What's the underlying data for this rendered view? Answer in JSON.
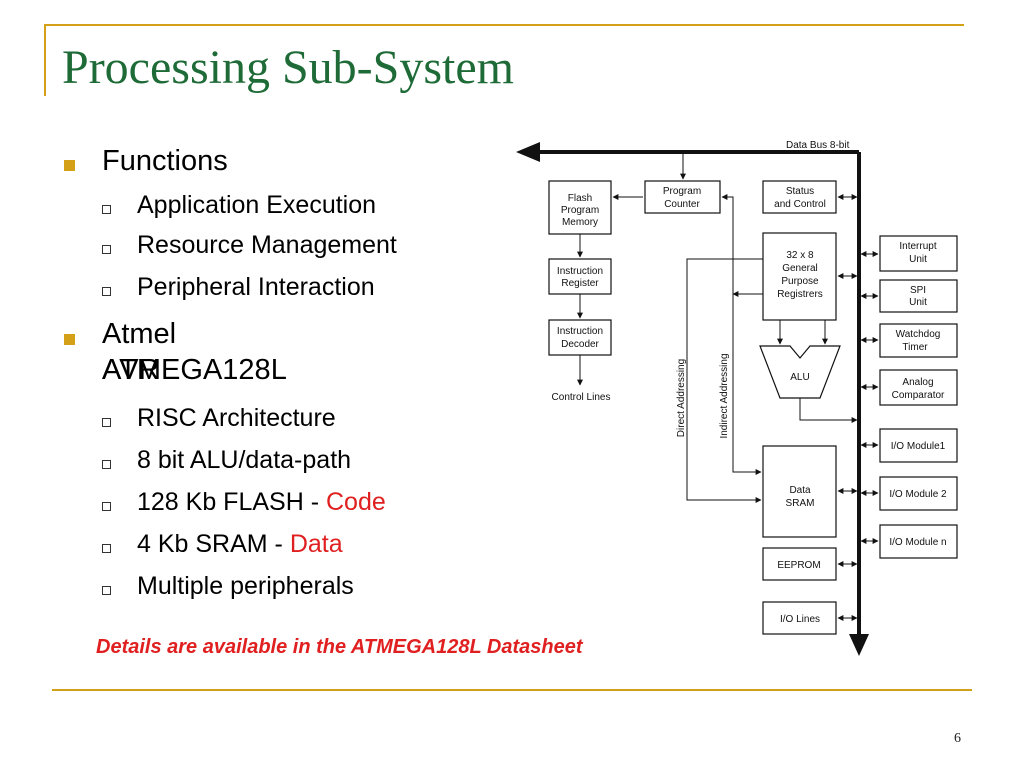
{
  "slide": {
    "title": "Processing Sub-System",
    "page_number": "6",
    "footnote": "Details are available in the ATMEGA128L Datasheet"
  },
  "bullets": {
    "functions": {
      "label": "Functions",
      "items": [
        "Application Execution",
        "Resource Management",
        "Peripheral Interaction"
      ]
    },
    "atmel": {
      "label_line1": "Atmel AVR",
      "label_line2": "ATMEGA128L",
      "items": [
        {
          "text": "RISC Architecture",
          "highlight": ""
        },
        {
          "text": "8 bit ALU/data-path",
          "highlight": ""
        },
        {
          "text": "128 Kb FLASH - ",
          "highlight": "Code"
        },
        {
          "text": "4 Kb SRAM - ",
          "highlight": "Data"
        },
        {
          "text": "Multiple peripherals",
          "highlight": ""
        }
      ]
    }
  },
  "diagram": {
    "data_bus": "Data Bus 8-bit",
    "flash_l1": "Flash",
    "flash_l2": "Program",
    "flash_l3": "Memory",
    "pc_l1": "Program",
    "pc_l2": "Counter",
    "status_l1": "Status",
    "status_l2": "and Control",
    "ir_l1": "Instruction",
    "ir_l2": "Register",
    "id_l1": "Instruction",
    "id_l2": "Decoder",
    "control_lines": "Control Lines",
    "gpr_l1": "32 x 8",
    "gpr_l2": "General",
    "gpr_l3": "Purpose",
    "gpr_l4": "Registrers",
    "alu": "ALU",
    "sram_l1": "Data",
    "sram_l2": "SRAM",
    "eeprom": "EEPROM",
    "io_lines": "I/O Lines",
    "direct": "Direct Addressing",
    "indirect": "Indirect Addressing",
    "int_l1": "Interrupt",
    "int_l2": "Unit",
    "spi_l1": "SPI",
    "spi_l2": "Unit",
    "wd_l1": "Watchdog",
    "wd_l2": "Timer",
    "ac_l1": "Analog",
    "ac_l2": "Comparator",
    "io1": "I/O Module1",
    "io2": "I/O Module 2",
    "ion": "I/O Module n"
  },
  "colors": {
    "title_green": "#1e6b38",
    "gold": "#d4a017",
    "accent_red": "#e02020"
  }
}
